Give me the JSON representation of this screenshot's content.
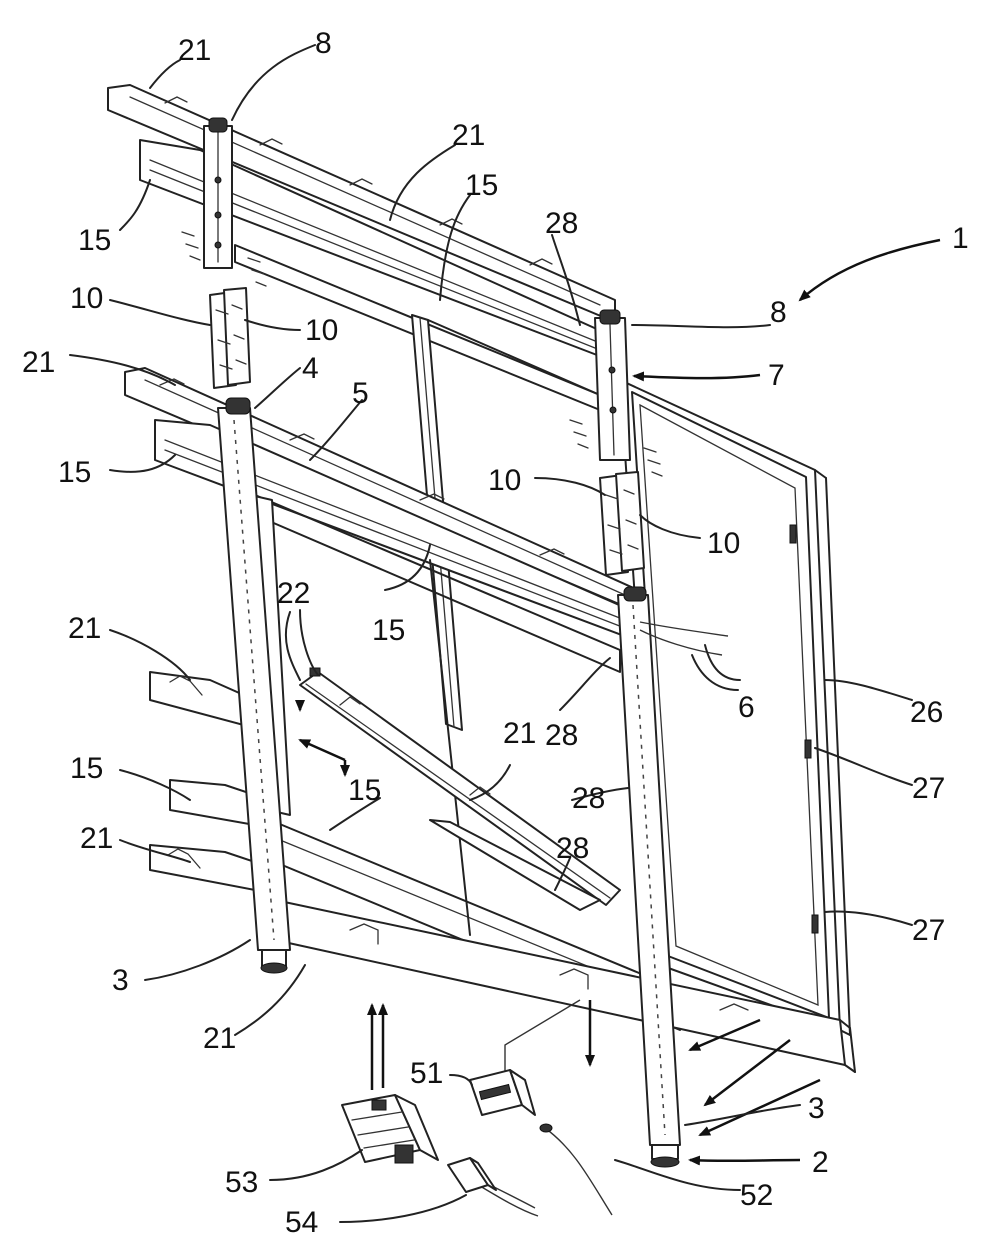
{
  "labels": {
    "l_1": "1",
    "l_2": "2",
    "l_3a": "3",
    "l_3b": "3",
    "l_4": "4",
    "l_5": "5",
    "l_6": "6",
    "l_7": "7",
    "l_8a": "8",
    "l_8b": "8",
    "l_10a": "10",
    "l_10b": "10",
    "l_10c": "10",
    "l_10d": "10",
    "l_15a": "15",
    "l_15b": "15",
    "l_15c": "15",
    "l_15d": "15",
    "l_15e": "15",
    "l_15f": "15",
    "l_21a": "21",
    "l_21b": "21",
    "l_21c": "21",
    "l_21d": "21",
    "l_21e": "21",
    "l_21f": "21",
    "l_21g": "21",
    "l_22": "22",
    "l_26": "26",
    "l_27a": "27",
    "l_27b": "27",
    "l_28a": "28",
    "l_28b": "28",
    "l_28c": "28",
    "l_28d": "28",
    "l_51": "51",
    "l_52": "52",
    "l_53": "53",
    "l_54": "54"
  }
}
